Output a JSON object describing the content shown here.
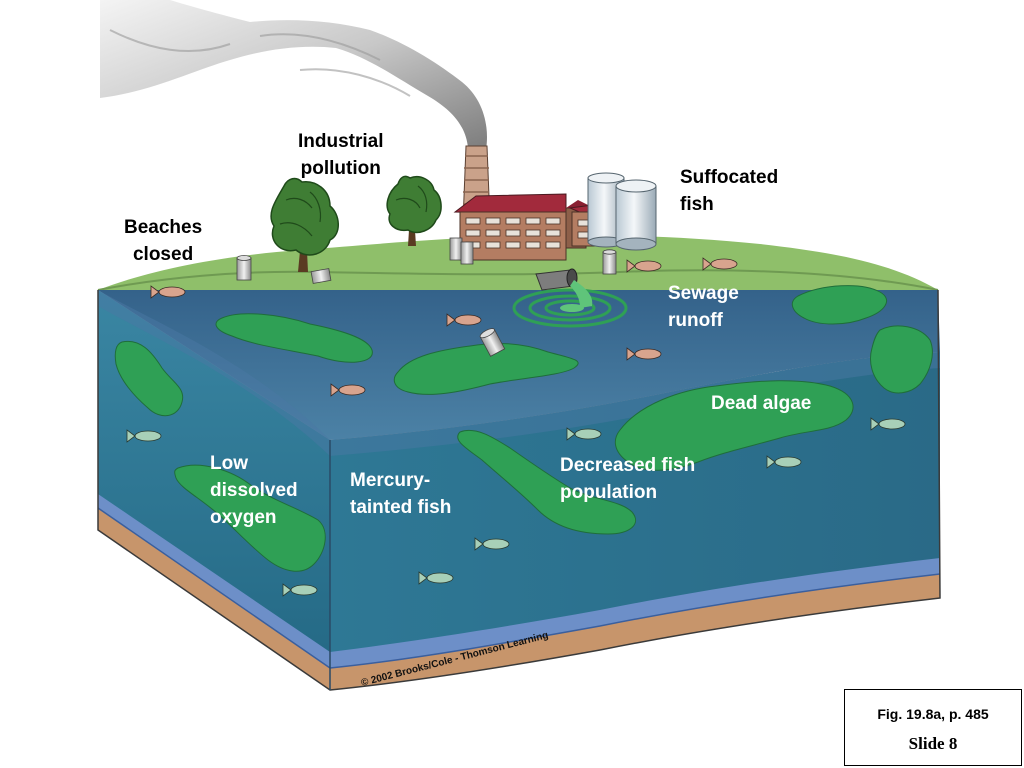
{
  "labels": {
    "industrial": "Industrial\npollution",
    "beaches": "Beaches\nclosed",
    "suffocated": "Suffocated\nfish",
    "sewage": "Sewage\nrunoff",
    "dead_algae": "Dead algae",
    "low_oxygen": "Low\ndissolved\noxygen",
    "mercury": "Mercury-\ntainted fish",
    "decreased": "Decreased fish\npopulation"
  },
  "copyright": "© 2002 Brooks/Cole - Thomson Learning",
  "figure": {
    "ref": "Fig. 19.8a, p. 485",
    "slide": "Slide 8"
  },
  "colors": {
    "water_surface": "#3d6f96",
    "water_front": "#2f7a96",
    "water_side": "#2d6e8c",
    "algae": "#2fa055",
    "land": "#8fbf6a",
    "sediment": "#c7956b",
    "stripe": "#5f87c3",
    "smoke": "#b8b8b8",
    "building": "#b47d62",
    "roof": "#a22a3c"
  }
}
